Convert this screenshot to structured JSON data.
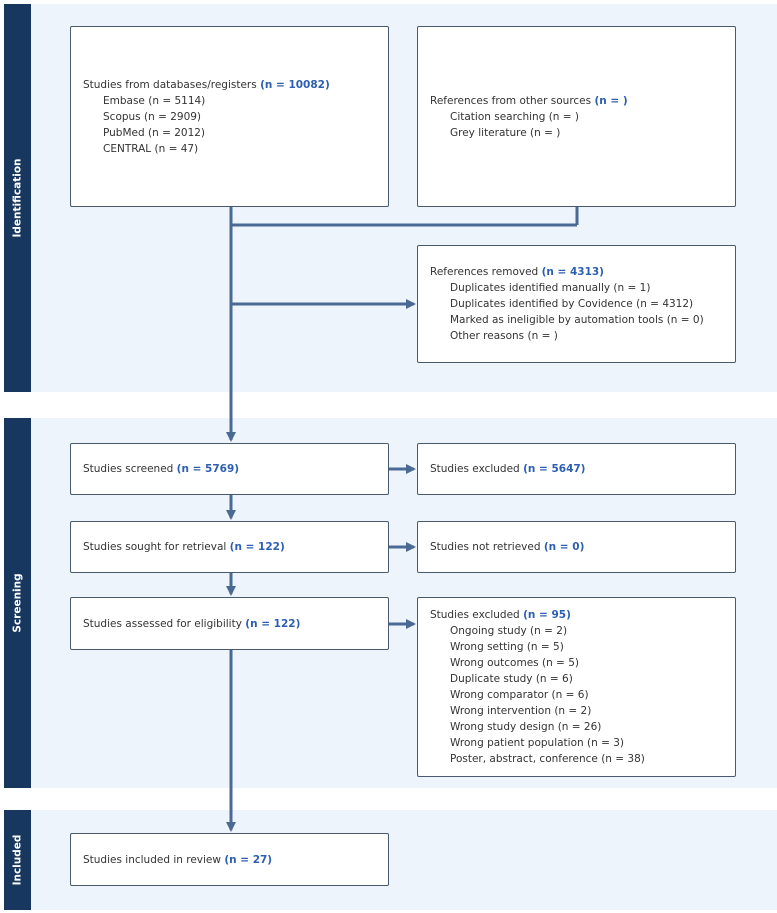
{
  "stages": {
    "identification": "Identification",
    "screening": "Screening",
    "included": "Included"
  },
  "boxes": {
    "databases": {
      "title": "Studies from databases/registers",
      "n": "(n = 10082)",
      "items": [
        "Embase (n = 5114)",
        "Scopus (n = 2909)",
        "PubMed (n = 2012)",
        "CENTRAL (n = 47)"
      ]
    },
    "other_sources": {
      "title": "References from other sources",
      "n": "(n = )",
      "items": [
        "Citation searching (n = )",
        "Grey literature (n = )"
      ]
    },
    "removed": {
      "title": "References removed",
      "n": "(n = 4313)",
      "items": [
        "Duplicates identified manually (n = 1)",
        "Duplicates identified by Covidence (n = 4312)",
        "Marked as ineligible by automation tools (n = 0)",
        "Other reasons (n = )"
      ]
    },
    "screened": {
      "title": "Studies screened",
      "n": "(n = 5769)"
    },
    "excluded_screening": {
      "title": "Studies excluded",
      "n": "(n = 5647)"
    },
    "sought": {
      "title": "Studies sought for retrieval",
      "n": "(n = 122)"
    },
    "not_retrieved": {
      "title": "Studies not retrieved",
      "n": "(n = 0)"
    },
    "assessed": {
      "title": "Studies assessed for eligibility",
      "n": "(n = 122)"
    },
    "excluded_eligibility": {
      "title": "Studies excluded",
      "n": "(n = 95)",
      "items": [
        "Ongoing study (n = 2)",
        "Wrong setting (n = 5)",
        "Wrong outcomes (n = 5)",
        "Duplicate study (n = 6)",
        "Wrong comparator (n = 6)",
        "Wrong intervention (n = 2)",
        "Wrong study design (n = 26)",
        "Wrong patient population (n = 3)",
        "Poster, abstract, conference (n = 38)"
      ]
    },
    "included": {
      "title": "Studies included in review",
      "n": "(n = 27)"
    }
  },
  "colors": {
    "stage_tab": "#17375e",
    "band": "#eef4fc",
    "arrow": "#4a6a94",
    "count_text": "#2c5fb3"
  }
}
